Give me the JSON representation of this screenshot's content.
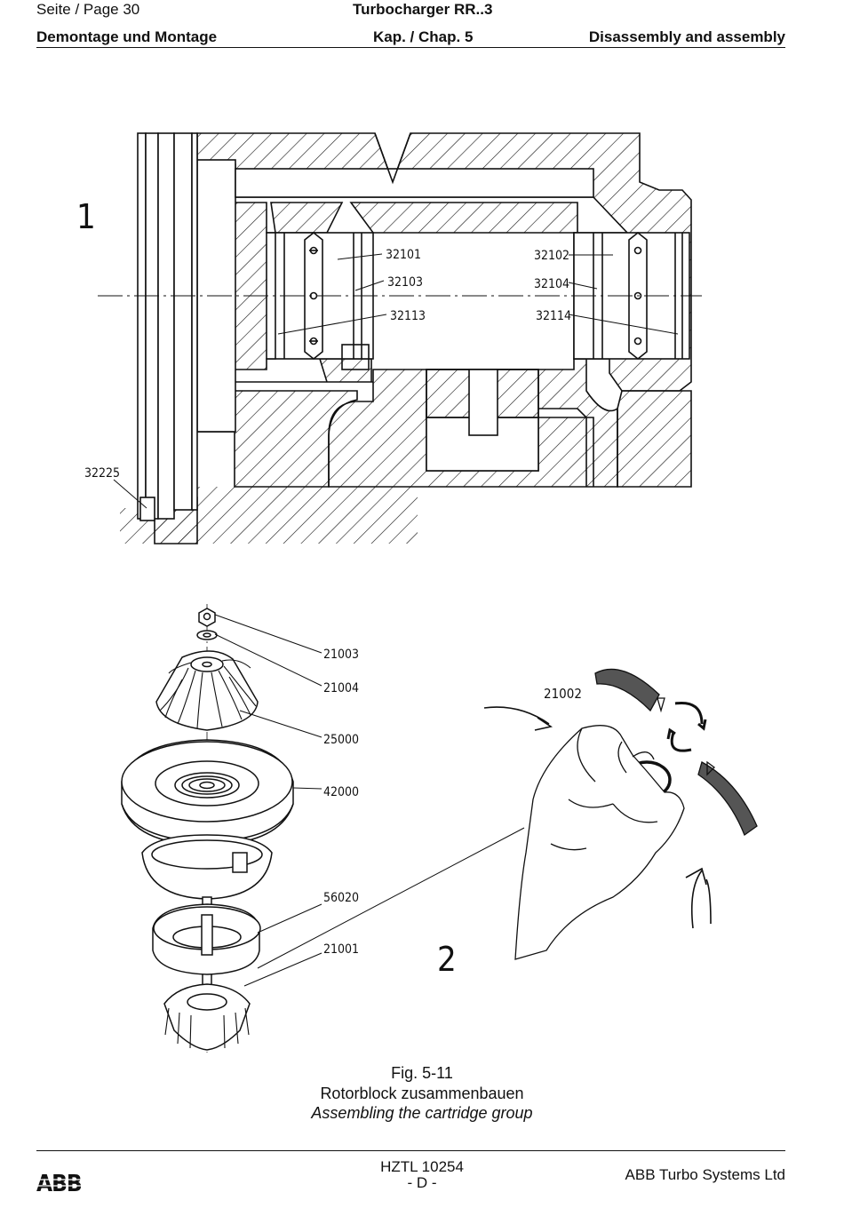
{
  "header": {
    "page_label": "Seite / Page  30",
    "product": "Turbocharger RR..3",
    "section_de": "Demontage und Montage",
    "chapter": "Kap. / Chap. 5",
    "section_en": "Disassembly and assembly"
  },
  "figure": {
    "view1_number": "1",
    "view2_number": "2",
    "labels_view1": [
      "32101",
      "32103",
      "32113",
      "32102",
      "32104",
      "32114",
      "32225"
    ],
    "labels_view2": [
      "21003",
      "21004",
      "25000",
      "42000",
      "56020",
      "21001",
      "21002"
    ]
  },
  "caption": {
    "fig": "Fig. 5-11",
    "de": "Rotorblock zusammenbauen",
    "en": "Assembling the cartridge group"
  },
  "footer": {
    "logo_text": "ABB",
    "doc_number": "HZTL 10254",
    "lang": "- D -",
    "company": "ABB Turbo Systems Ltd"
  },
  "colors": {
    "logo_red": "#e2001a",
    "ink": "#111111"
  }
}
